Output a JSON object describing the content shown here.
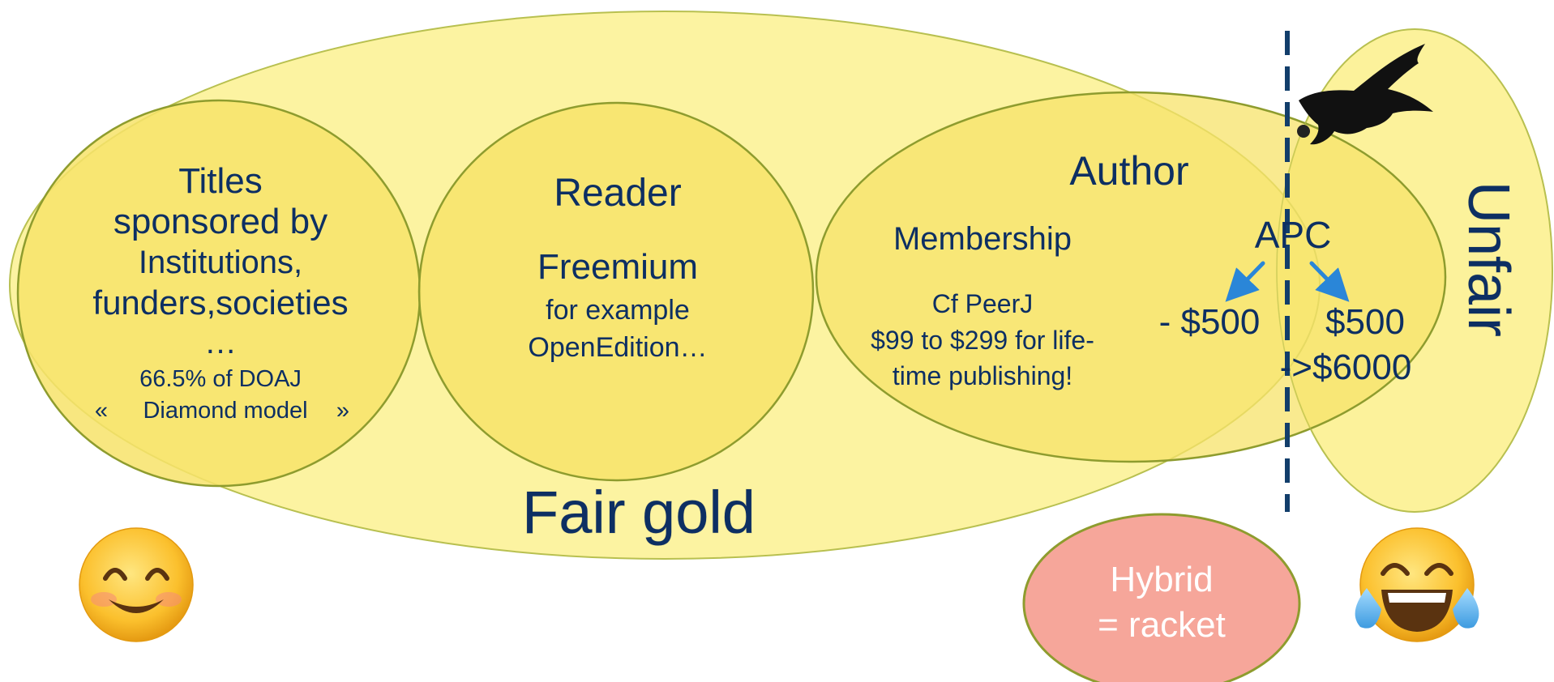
{
  "diagram": {
    "fair_gold_label": "Fair gold",
    "unfair_label": "Unfair",
    "sponsored": {
      "line1": "Titles",
      "line2": "sponsored by",
      "line3": "Institutions,",
      "line4": "funders,societies",
      "ellipsis": "…",
      "doaj_share": "66.5% of DOAJ",
      "model_open": "«",
      "model_name": "Diamond model",
      "model_close": "»"
    },
    "reader": {
      "title": "Reader",
      "model": "Freemium",
      "example_line1": "for example",
      "example_line2": "OpenEdition…"
    },
    "author": {
      "title": "Author",
      "membership": {
        "title": "Membership",
        "line1": "Cf PeerJ",
        "line2": "$99 to $299 for life-",
        "line3": "time publishing!"
      },
      "apc": {
        "title": "APC",
        "low_range": "- $500",
        "high_range_line1": "$500",
        "high_range_line2": "->$6000"
      }
    },
    "hybrid": {
      "line1": "Hybrid",
      "line2": "= racket"
    },
    "icons": {
      "happy": "smiling-face-icon",
      "crying": "tears-of-joy-face-icon",
      "vulture": "vulture-icon",
      "apc_arrow_left": "arrow-down-left-icon",
      "apc_arrow_right": "arrow-down-right-icon"
    },
    "colors": {
      "yellow_fill": "#fbf08a",
      "yellow_stroke": "#9aa83a",
      "navy_text": "#0d2f63",
      "divider": "#123e6b",
      "arrow_blue": "#2a86d8",
      "hybrid_fill": "#f6a69a",
      "hybrid_text": "#ffffff"
    }
  }
}
